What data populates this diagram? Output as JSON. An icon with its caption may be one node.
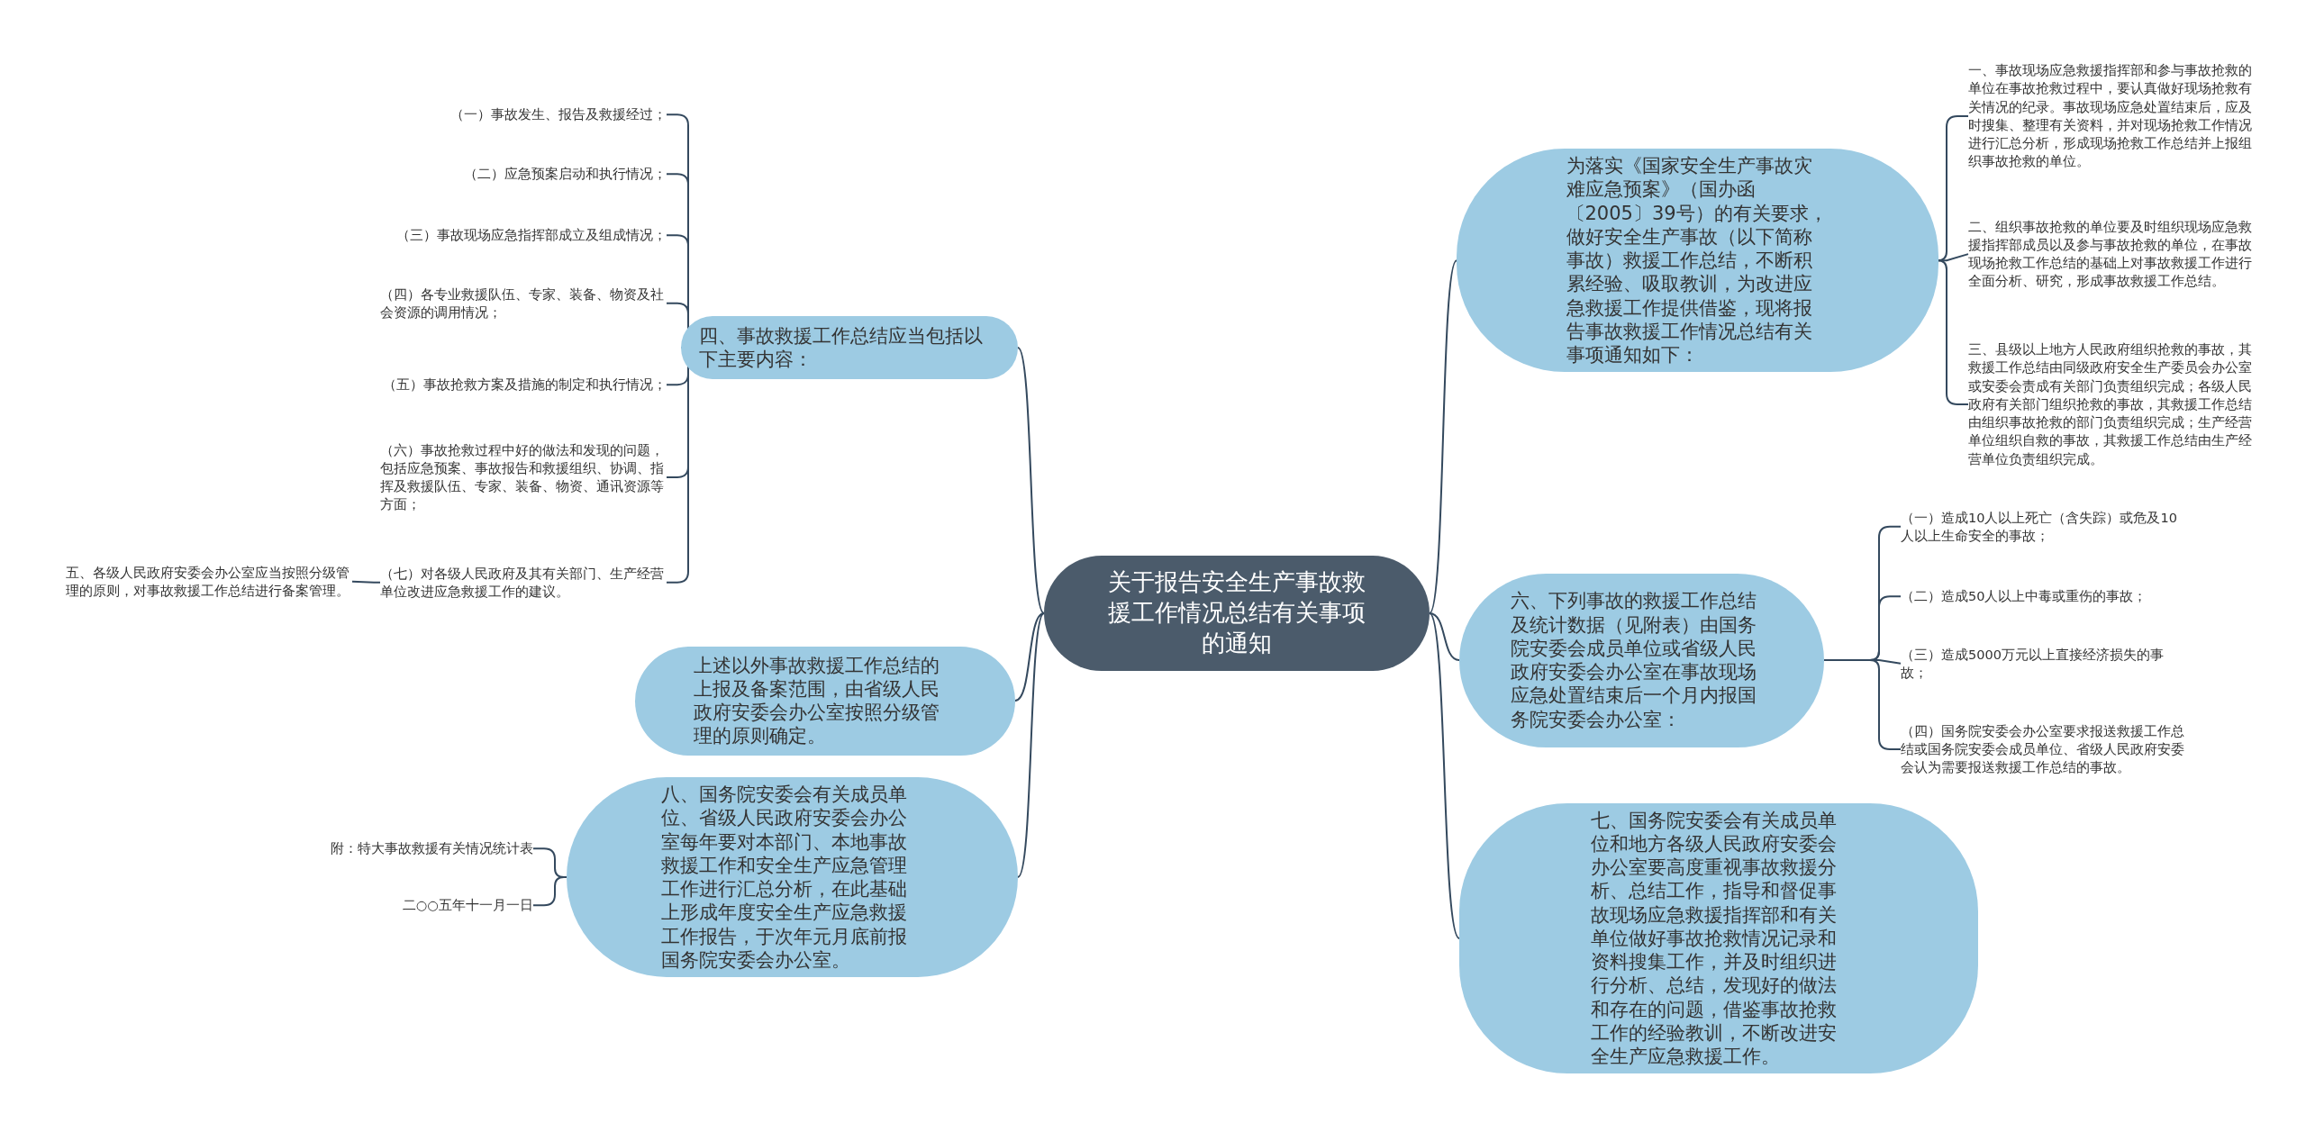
{
  "diagram": {
    "nodes": [
      {
        "text": [
          "关于报告安全生产事故救援工作情况总结有关事项的通知"
        ]
      },
      {
        "text": [
          "为落实《国家安全生产事故灾难应急预案》（国办函〔2005〕39号）的有关要求，做好安全生产事故（以下简称事故）救援工作总结，不断积累经验、吸取教训，为改进应急救援工作提供借鉴，现将报告事故救援工作情况总结有关事项通知如下："
        ]
      },
      {
        "text": [
          "一、事故现场应急救援指挥部和参与事故抢救的单位在事故抢救过程中，要认真做好现场抢救有关情况的纪录。事故现场应急处置结束后，应及时搜集、整理有关资料，并对现场抢救工作情况进行汇总分析，形成现场抢救工作总结并上报组织事故抢救的单位。"
        ]
      },
      {
        "text": [
          "二、组织事故抢救的单位要及时组织现场应急救援指挥部成员以及参与事故抢救的单位，在事故现场抢救工作总结的基础上对事故救援工作进行全面分析、研究，形成事故救援工作总结。"
        ]
      },
      {
        "text": [
          "三、县级以上地方人民政府组织抢救的事故，其救援工作总结由同级政府安全生产委员会办公室或安委会责成有关部门负责组织完成；各级人民政府有关部门组织抢救的事故，其救援工作总结由组织事故抢救的部门负责组织完成；生产经营单位组织自救的事故，其救援工作总结由生产经营单位负责组织完成。"
        ]
      },
      {
        "text": [
          "六、下列事故的救援工作总结及统计数据（见附表）由国务院安委会成员单位或省级人民政府安委会办公室在事故现场应急处置结束后一个月内报国务院安委会办公室："
        ]
      },
      {
        "text": [
          "（一）造成10人以上死亡（含失踪）或危及10人以上生命安全的事故；"
        ]
      },
      {
        "text": [
          "（二）造成50人以上中毒或重伤的事故；"
        ]
      },
      {
        "text": [
          "（三）造成5000万元以上直接经济损失的事故；"
        ]
      },
      {
        "text": [
          "（四）国务院安委会办公室要求报送救援工作总结或国务院安委会成员单位、省级人民政府安委会认为需要报送救援工作总结的事故。"
        ]
      },
      {
        "text": [
          "七、国务院安委会有关成员单位和地方各级人民政府安委会办公室要高度重视事故救援分析、总结工作，指导和督促事故现场应急救援指挥部和有关单位做好事故抢救情况记录和资料搜集工作，并及时组织进行分析、总结，发现好的做法和存在的问题，借鉴事故抢救工作的经验教训，不断改进安全生产应急救援工作。"
        ]
      },
      {
        "text": [
          "四、事故救援工作总结应当包括以下主要内容："
        ]
      },
      {
        "text": [
          "（一）事故发生、报告及救援经过；"
        ]
      },
      {
        "text": [
          "（二）应急预案启动和执行情况；"
        ]
      },
      {
        "text": [
          "（三）事故现场应急指挥部成立及组成情况；"
        ]
      },
      {
        "text": [
          "（四）各专业救援队伍、专家、装备、物资及社会资源的调用情况；"
        ]
      },
      {
        "text": [
          "（五）事故抢救方案及措施的制定和执行情况；"
        ]
      },
      {
        "text": [
          "（六）事故抢救过程中好的做法和发现的问题，包括应急预案、事故报告和救援组织、协调、指挥及救援队伍、专家、装备、物资、通讯资源等方面；"
        ]
      },
      {
        "text": [
          "（七）对各级人民政府及其有关部门、生产经营单位改进应急救援工作的建议。"
        ]
      },
      {
        "text": [
          "五、各级人民政府安委会办公室应当按照分级管理的原则，对事故救援工作总结进行备案管理。"
        ]
      },
      {
        "text": [
          "上述以外事故救援工作总结的上报及备案范围，由省级人民政府安委会办公室按照分级管理的原则确定。"
        ]
      },
      {
        "text": [
          "八、国务院安委会有关成员单位、省级人民政府安委会办公室每年要对本部门、本地事故救援工作和安全生产应急管理工作进行汇总分析，在此基础上形成年度安全生产应急救援工作报告，于次年元月底前报国务院安委会办公室。"
        ]
      },
      {
        "text": [
          "附：特大事故救援有关情况统计表"
        ]
      },
      {
        "text": [
          "二○○五年十一月一日"
        ]
      }
    ],
    "edges": [
      {
        "from": 0,
        "to": 1,
        "arrow": "none"
      },
      {
        "from": 1,
        "to": 2,
        "arrow": "none"
      },
      {
        "from": 1,
        "to": 3,
        "arrow": "none"
      },
      {
        "from": 1,
        "to": 4,
        "arrow": "none"
      },
      {
        "from": 0,
        "to": 5,
        "arrow": "none"
      },
      {
        "from": 5,
        "to": 6,
        "arrow": "none"
      },
      {
        "from": 5,
        "to": 7,
        "arrow": "none"
      },
      {
        "from": 5,
        "to": 8,
        "arrow": "none"
      },
      {
        "from": 5,
        "to": 9,
        "arrow": "none"
      },
      {
        "from": 0,
        "to": 10,
        "arrow": "none"
      },
      {
        "from": 0,
        "to": 11,
        "arrow": "none"
      },
      {
        "from": 11,
        "to": 12,
        "arrow": "none"
      },
      {
        "from": 11,
        "to": 13,
        "arrow": "none"
      },
      {
        "from": 11,
        "to": 14,
        "arrow": "none"
      },
      {
        "from": 11,
        "to": 15,
        "arrow": "none"
      },
      {
        "from": 11,
        "to": 16,
        "arrow": "none"
      },
      {
        "from": 11,
        "to": 17,
        "arrow": "none"
      },
      {
        "from": 11,
        "to": 18,
        "arrow": "none"
      },
      {
        "from": 18,
        "to": 19,
        "arrow": "none"
      },
      {
        "from": 0,
        "to": 20,
        "arrow": "none"
      },
      {
        "from": 0,
        "to": 21,
        "arrow": "none"
      },
      {
        "from": 21,
        "to": 22,
        "arrow": "none"
      },
      {
        "from": 21,
        "to": 23,
        "arrow": "none"
      }
    ]
  }
}
